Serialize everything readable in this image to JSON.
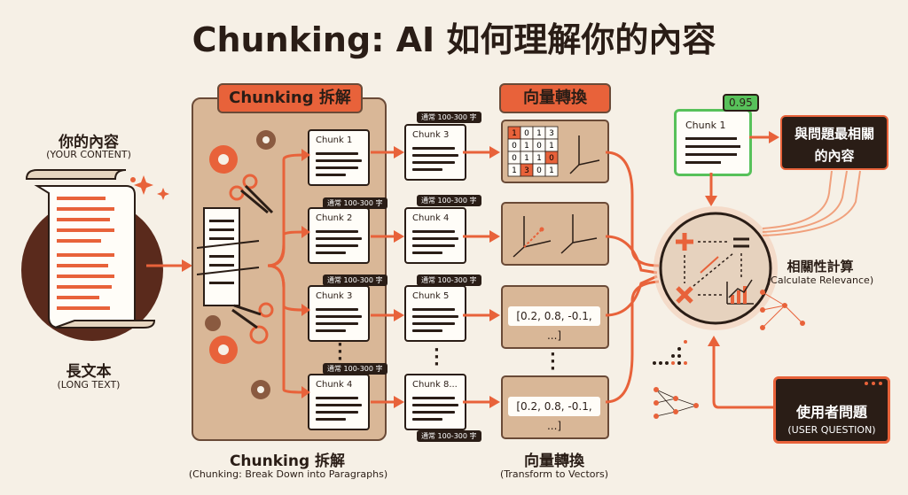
{
  "title": "Chunking: AI 如何理解你的內容",
  "left": {
    "content_cn": "你的內容",
    "content_en": "(YOUR CONTENT)",
    "long_cn": "長文本",
    "long_en": "(LONG TEXT)"
  },
  "chunking": {
    "banner": "Chunking 拆解",
    "footer_cn": "Chunking 拆解",
    "footer_en": "(Chunking: Break Down into Paragraphs)"
  },
  "chunks_col1": [
    "Chunk 1",
    "Chunk 2",
    "Chunk 3",
    "Chunk 4"
  ],
  "chunks_col2": [
    "Chunk 3",
    "Chunk 4",
    "Chunk 5",
    "Chunk 8..."
  ],
  "size_tag": "通常 100-300 字",
  "vector": {
    "banner": "向量轉換",
    "vector_text": "[0.2, 0.8, -0.1, ...]",
    "footer_cn": "向量轉換",
    "footer_en": "(Transform to Vectors)",
    "matrix": [
      [
        "1",
        "0",
        "1",
        "3"
      ],
      [
        "0",
        "1",
        "0",
        "1"
      ],
      [
        "0",
        "1",
        "1",
        "0"
      ],
      [
        "1",
        "3",
        "0",
        "1"
      ]
    ]
  },
  "relevance": {
    "label_cn": "相關性計算",
    "label_en": "(Calculate Relevance)"
  },
  "result": {
    "chunk": "Chunk 1",
    "score": "0.95",
    "box_line1": "與問題最相關",
    "box_line2": "的內容"
  },
  "question": {
    "label_cn": "使用者問題",
    "label_en": "(USER QUESTION)"
  },
  "colors": {
    "accent": "#e8623a",
    "dark": "#2a1d16",
    "panel": "#d9b797",
    "green": "#57c15a"
  }
}
